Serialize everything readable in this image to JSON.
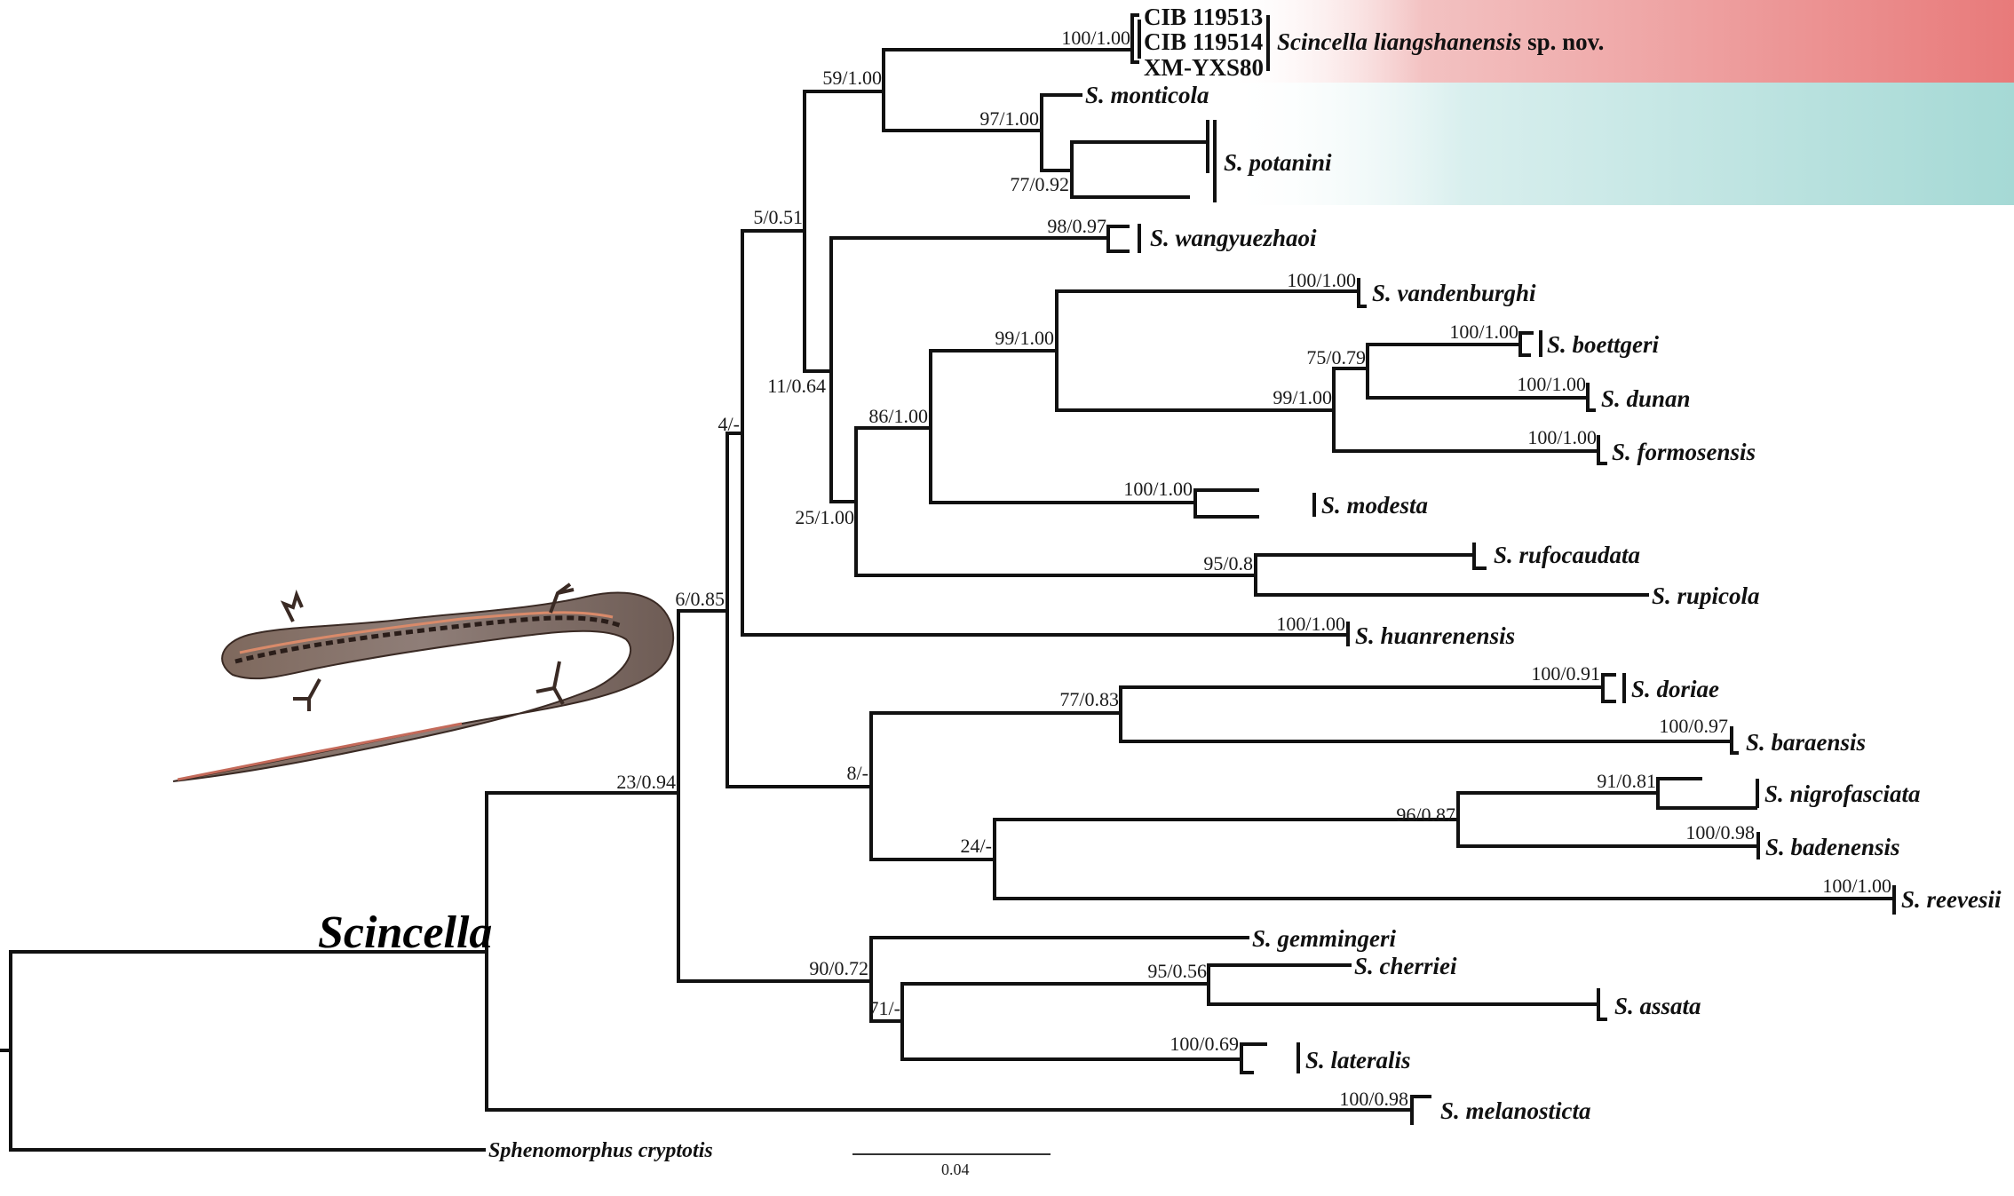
{
  "figure": {
    "genus_label": "Scincella",
    "scale_bar_label": "0.04",
    "highlight_colors": {
      "new_species_band": "#ec8080",
      "sister_band": "#a9dcd8"
    }
  },
  "new_species": {
    "specimens": [
      "CIB 119513",
      "CIB 119514",
      "XM-YXS80"
    ],
    "name_italic": "Scincella liangshanensis",
    "name_suffix": " sp. nov."
  },
  "taxa": {
    "monticola": "S. monticola",
    "potanini": "S. potanini",
    "wangyuezhaoi": "S. wangyuezhaoi",
    "vandenburghi": "S. vandenburghi",
    "boettgeri": "S. boettgeri",
    "dunan": "S. dunan",
    "formosensis": "S. formosensis",
    "modesta": "S. modesta",
    "rufocaudata": "S. rufocaudata",
    "rupicola": "S. rupicola",
    "huanrenensis": "S. huanrenensis",
    "doriae": "S. doriae",
    "baraensis": "S. baraensis",
    "nigrofasciata": "S. nigrofasciata",
    "badenensis": "S. badenensis",
    "reevesii": "S. reevesii",
    "gemmingeri": "S. gemmingeri",
    "cherriei": "S. cherriei",
    "assata": "S. assata",
    "lateralis": "S. lateralis",
    "melanosticta": "S. melanosticta",
    "outgroup": "Sphenomorphus cryptotis"
  },
  "support": {
    "liangshanensis": "100/1.00",
    "n59": "59/1.00",
    "n97": "97/1.00",
    "n77": "77/0.92",
    "n5": "5/0.51",
    "wangyuezhaoi": "98/0.97",
    "vandenburghi": "100/1.00",
    "n99a": "99/1.00",
    "boettgeri": "100/1.00",
    "n75": "75/0.79",
    "dunan": "100/1.00",
    "n99b": "99/1.00",
    "formosensis": "100/1.00",
    "n11": "11/0.64",
    "n86": "86/1.00",
    "modesta": "100/1.00",
    "n4": "4/-",
    "n25": "25/1.00",
    "n95": "95/0.8",
    "n6": "6/0.85",
    "huanrenensis": "100/1.00",
    "doriae": "100/0.91",
    "n77b": "77/0.83",
    "baraensis": "100/0.97",
    "n8": "8/-",
    "nigrofasciata": "91/0.81",
    "n96": "96/0.87",
    "badenensis": "100/0.98",
    "n24": "24/-",
    "reevesii": "100/1.00",
    "n23": "23/0.94",
    "n90": "90/0.72",
    "n95b": "95/0.56",
    "n71": "71/-",
    "lateralis": "100/0.69",
    "melanosticta": "100/0.98"
  }
}
